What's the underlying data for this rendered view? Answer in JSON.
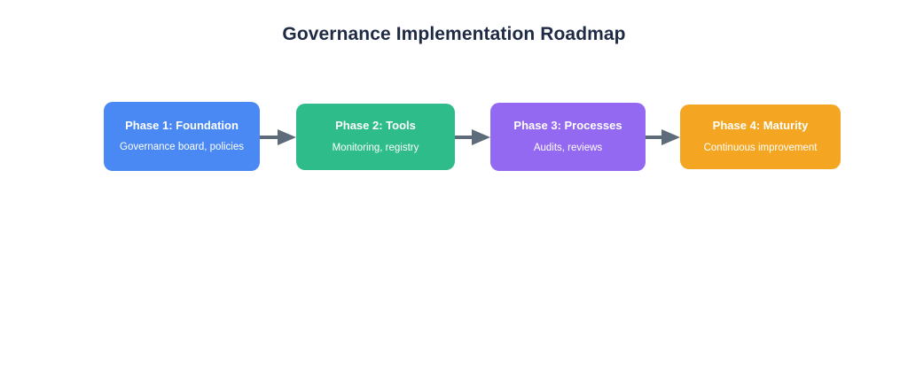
{
  "diagram": {
    "title": "Governance Implementation Roadmap",
    "type": "flow",
    "background_color": "#ffffff",
    "title_color": "#1f2a44",
    "arrow_color": "#5d6b7a",
    "phases": [
      {
        "title": "Phase 1: Foundation",
        "subtitle": "Governance board, policies",
        "color": "#4a89f3",
        "text_color": "#ffffff"
      },
      {
        "title": "Phase 2: Tools",
        "subtitle": "Monitoring, registry",
        "color": "#2ebd8a",
        "text_color": "#ffffff"
      },
      {
        "title": "Phase 3: Processes",
        "subtitle": "Audits, reviews",
        "color": "#9469f2",
        "text_color": "#ffffff"
      },
      {
        "title": "Phase 4: Maturity",
        "subtitle": "Continuous improvement",
        "color": "#f4a623",
        "text_color": "#ffffff"
      }
    ],
    "connectors": [
      {
        "from": "Phase 1: Foundation",
        "to": "Phase 2: Tools",
        "style": "arrow"
      },
      {
        "from": "Phase 2: Tools",
        "to": "Phase 3: Processes",
        "style": "arrow"
      },
      {
        "from": "Phase 3: Processes",
        "to": "Phase 4: Maturity",
        "style": "arrow"
      }
    ]
  }
}
